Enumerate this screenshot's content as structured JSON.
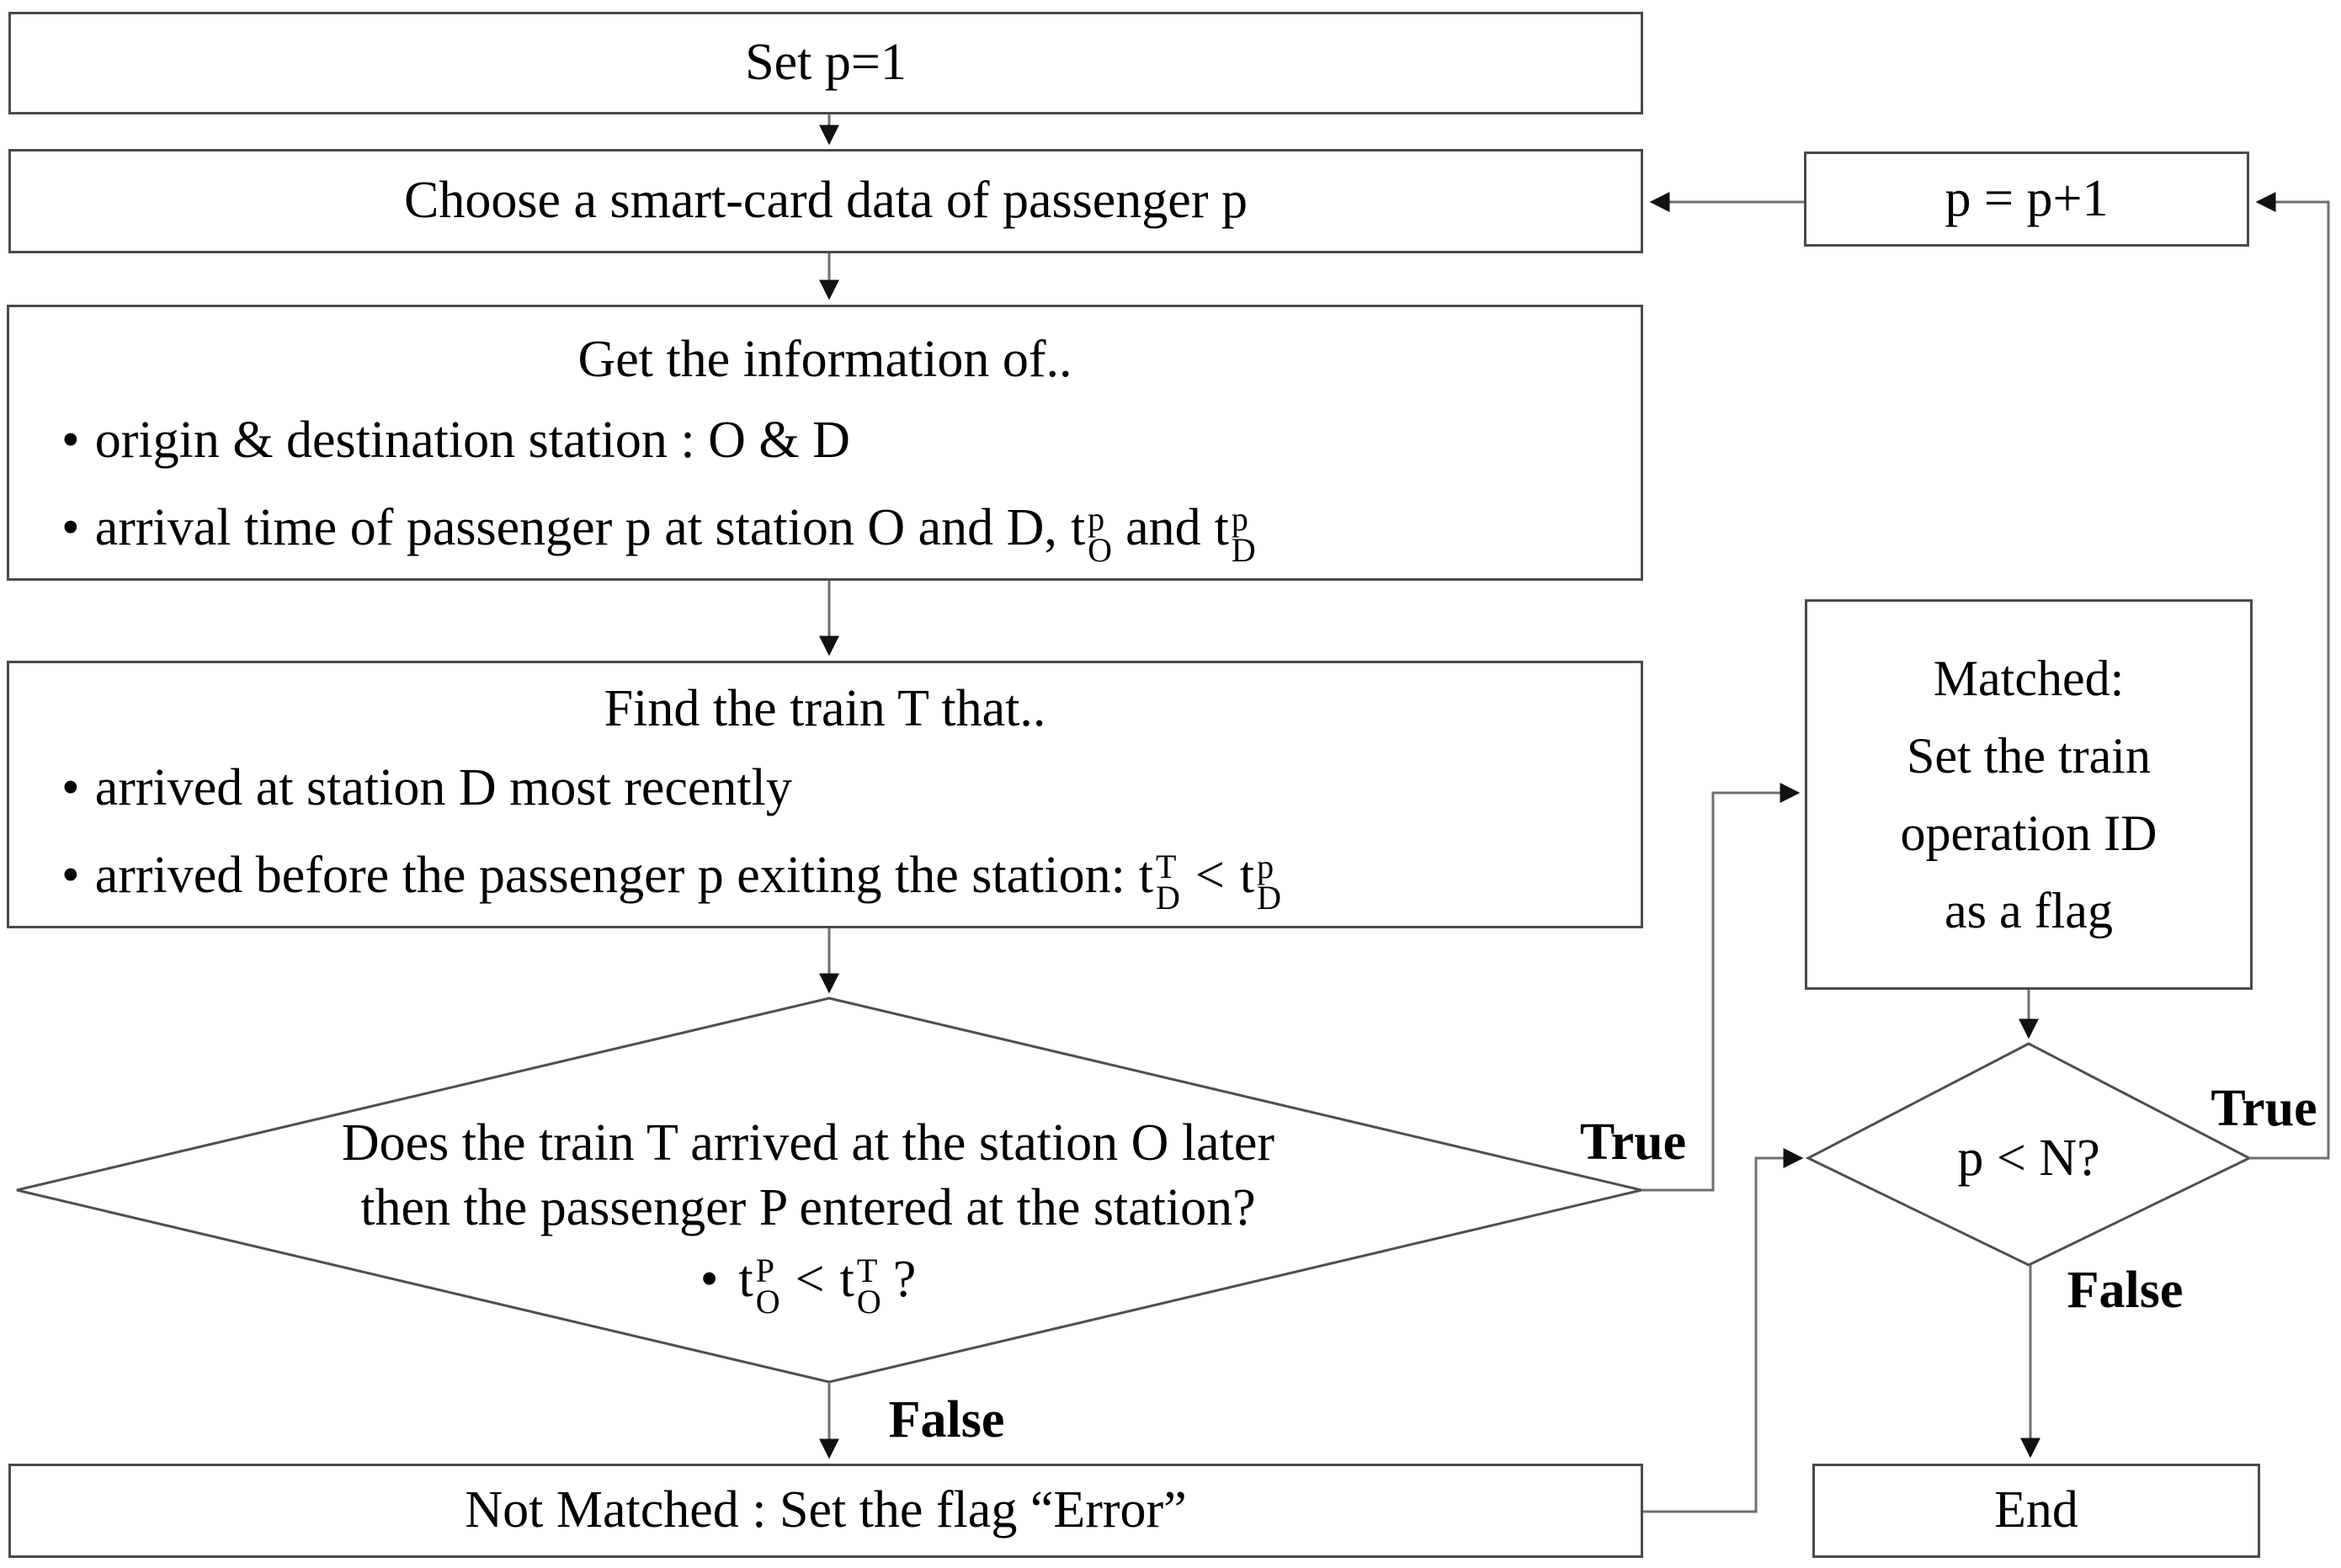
{
  "colors": {
    "background": "#ffffff",
    "box_border": "#4a4a4a",
    "diamond_border": "#4f4f4f",
    "connector": "#6f6f6f",
    "arrowhead": "#111111",
    "text": "#000000"
  },
  "nodes": {
    "set_p": {
      "text": "Set p=1"
    },
    "choose": {
      "text": "Choose a smart-card data of passenger p"
    },
    "get_info": {
      "title": "Get the information of..",
      "bullet_char": "•",
      "bullet1": "origin & destination station : O & D",
      "bullet2_text": "arrival time of passenger p at station O and D,",
      "bullet2_t1": {
        "base": "t",
        "sup": "p",
        "sub": "O"
      },
      "bullet2_and": "and",
      "bullet2_t2": {
        "base": "t",
        "sup": "p",
        "sub": "D"
      }
    },
    "find_train": {
      "title": "Find the train T that..",
      "bullet_char": "•",
      "bullet1": "arrived at station D most recently",
      "bullet2_text": "arrived before the passenger p exiting the station:",
      "bullet2_t1": {
        "base": "t",
        "sup": "T",
        "sub": "D"
      },
      "bullet2_lt": "<",
      "bullet2_t2": {
        "base": "t",
        "sup": "p",
        "sub": "D"
      }
    },
    "match_decision": {
      "line1": "Does the train T arrived at the station O later",
      "line2": "then the passenger P entered at the station?",
      "bullet_char": "•",
      "cond_t1": {
        "base": "t",
        "sup": "P",
        "sub": "O"
      },
      "cond_lt": "<",
      "cond_t2": {
        "base": "t",
        "sup": "T",
        "sub": "O"
      },
      "cond_q": "?",
      "true_label": "True",
      "false_label": "False"
    },
    "not_matched": {
      "text": "Not Matched : Set the flag “Error”"
    },
    "increment": {
      "text": "p = p+1"
    },
    "matched": {
      "line1": "Matched:",
      "line2": "Set the train",
      "line3": "operation ID",
      "line4": "as a flag"
    },
    "loop_decision": {
      "text": "p < N?",
      "true_label": "True",
      "false_label": "False"
    },
    "end": {
      "text": "End"
    }
  }
}
